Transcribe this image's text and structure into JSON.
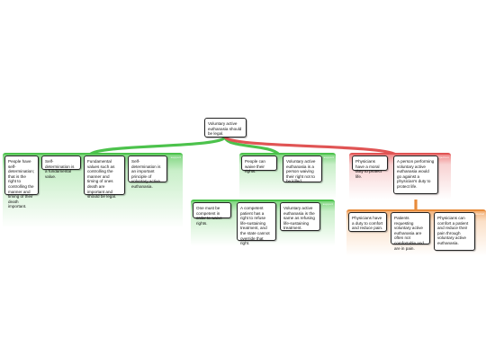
{
  "root": {
    "text": "Voluntary active euthanasia should be legal."
  },
  "colors": {
    "support": "#4cc24c",
    "objection": "#e05454",
    "rebuttal": "#e88c3c"
  },
  "groups": [
    {
      "id": "g1",
      "type": "green",
      "nodes": [
        "People have self-determination; that is the right to controlling the manner and timing of their death important.",
        "Self-determination is a fundamental value.",
        "Fundamental values such as controlling the manner and timing of ones death are important and should be legal.",
        "Self-determination is an important principle of voluntary active euthanasia."
      ]
    },
    {
      "id": "g2",
      "type": "green",
      "nodes": [
        "People can waive their rights.",
        "Voluntary active euthanasia is a person waiving their right not to be killed."
      ]
    },
    {
      "id": "g3",
      "type": "green",
      "nodes": [
        "One must be competent in order to waive rights.",
        "A competent patient has a right to refuse life-sustaining treatment, and the state cannot override that right.",
        "Voluntary active euthanasia is the same as refusing life-sustaining treatment."
      ]
    },
    {
      "id": "g4",
      "type": "red",
      "nodes": [
        "Physicians have a moral duty to protect life.",
        "A person performing voluntary active euthanasia would go against a physician's duty to protect life."
      ]
    },
    {
      "id": "g5",
      "type": "orange",
      "nodes": [
        "Physicians have a duty to comfort and reduce pain.",
        "Patients requesting voluntary active euthanasia are often not comfortable and are in pain.",
        "Physicians can comfort a patient and reduce their pain through voluntary active euthanasia."
      ]
    }
  ]
}
